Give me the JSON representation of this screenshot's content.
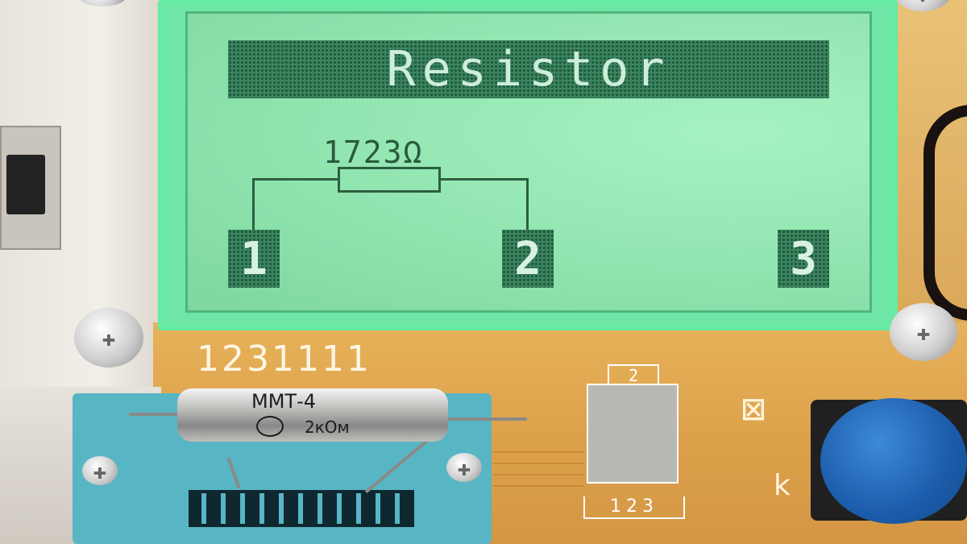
{
  "display": {
    "title": "Resistor",
    "value": "1723Ω",
    "pins": [
      "1",
      "2",
      "3"
    ]
  },
  "board": {
    "serial": "1231111",
    "footprint_top_pin": "2",
    "footprint_pins": "123",
    "button_label": "k",
    "disposal_icon": "crossed-bin-icon"
  },
  "component": {
    "marking_line1": "ММТ-4",
    "marking_line2": "2кОм"
  },
  "colors": {
    "lcd_background": "#8ee3ad",
    "lcd_ink": "#2c5e40",
    "pcb": "#dca04a",
    "socket": "#58b5c4",
    "button": "#1b5cab"
  }
}
